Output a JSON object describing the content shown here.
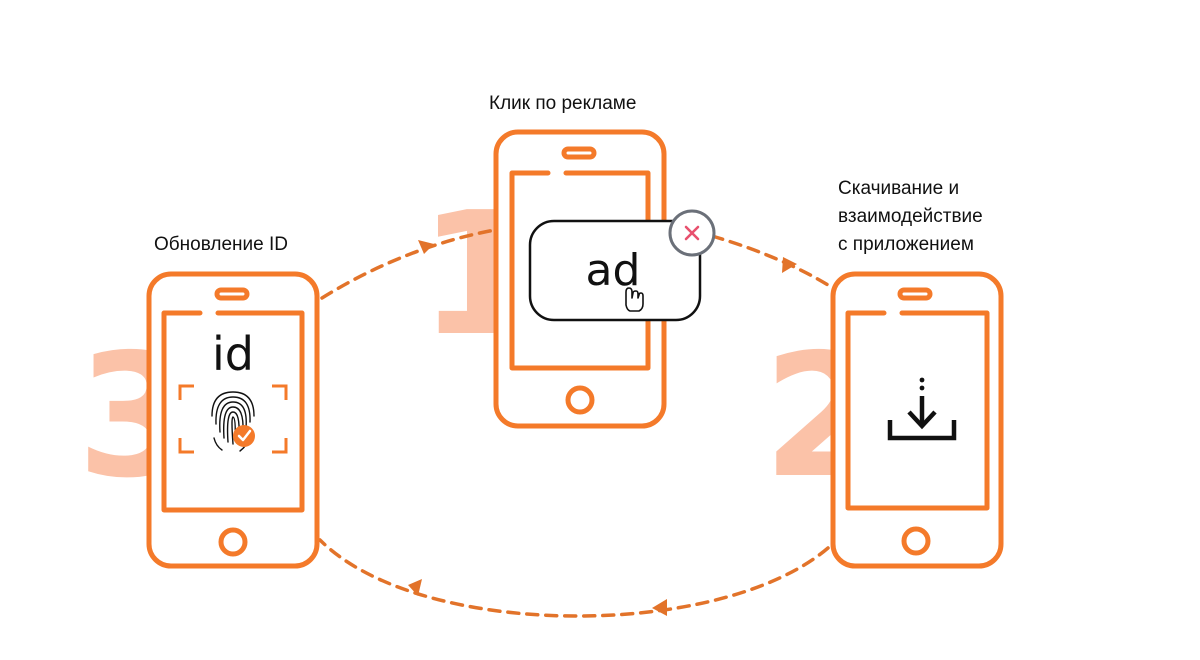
{
  "labels": {
    "step1": "Клик по рекламе",
    "step2_line1": "Скачивание и",
    "step2_line2": "взаимодействие",
    "step2_line3": "с приложением",
    "step3": "Обновление ID"
  },
  "numbers": {
    "n1": "1",
    "n2": "2",
    "n3": "3"
  },
  "screens": {
    "ad": "ad",
    "id": "id"
  },
  "icons": {
    "close": "close-icon",
    "cursor": "hand-pointer-icon",
    "download": "download-icon",
    "fingerprint": "fingerprint-icon",
    "check": "check-badge-icon"
  },
  "colors": {
    "accent": "#F47A2A",
    "number": "#FBC2A8",
    "dash": "#E2732A",
    "dark": "#111111",
    "close": "#E8506E",
    "close_ring": "#6B7079"
  }
}
